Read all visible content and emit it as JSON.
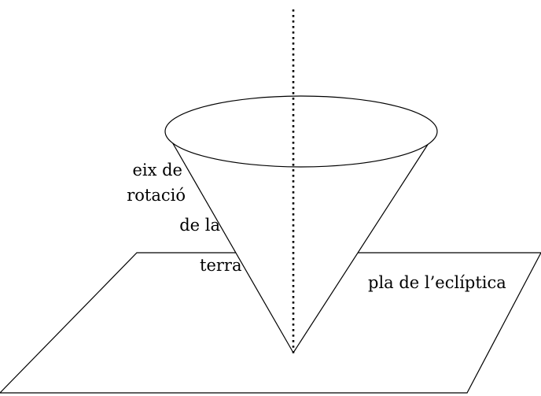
{
  "diagram": {
    "axis_label_lines": [
      "eix de",
      "rotació",
      "de la",
      "terra"
    ],
    "plane_label": "pla de l’eclíptica",
    "colors": {
      "stroke": "#000000",
      "background": "#ffffff"
    }
  }
}
